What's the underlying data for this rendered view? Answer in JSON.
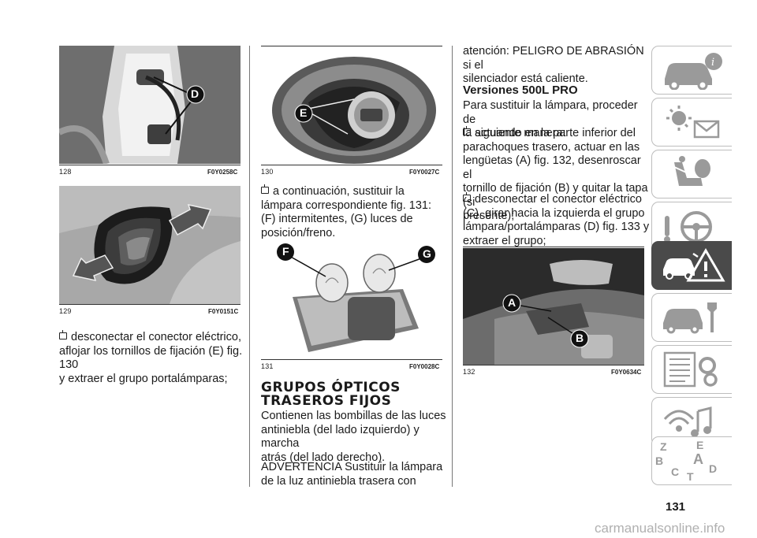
{
  "figures": [
    {
      "num": "128",
      "code": "F0Y0258C",
      "labels": [
        "D"
      ]
    },
    {
      "num": "129",
      "code": "F0Y0151C",
      "labels": []
    },
    {
      "num": "130",
      "code": "F0Y0027C",
      "labels": [
        "E"
      ]
    },
    {
      "num": "131",
      "code": "F0Y0028C",
      "labels": [
        "F",
        "G"
      ]
    },
    {
      "num": "132",
      "code": "F0Y0634C",
      "labels": [
        "A",
        "B"
      ]
    }
  ],
  "col1": {
    "bullet1": {
      "line1": "desconectar el conector eléctrico,",
      "line2": "aflojar los tornillos de fijación (E) fig. 130",
      "line3": "y extraer el grupo portalámparas;"
    }
  },
  "col2": {
    "bullet1": {
      "line1": "a continuación, sustituir la",
      "line2": "lámpara correspondiente fig. 131:",
      "line3": "(F) intermitentes, (G) luces de",
      "line4": "posición/freno."
    },
    "heading": {
      "line1": "GRUPOS ÓPTICOS",
      "line2": "TRASEROS FIJOS"
    },
    "para1": {
      "line1": "Contienen las bombillas de las luces",
      "line2": "antiniebla (del lado izquierdo) y marcha",
      "line3": "atrás (del lado derecho)."
    },
    "para2": {
      "line1": "ADVERTENCIA Sustituir la lámpara",
      "line2": "de la luz antiniebla trasera con"
    }
  },
  "col3": {
    "cont": {
      "line1": "atención: PELIGRO DE ABRASIÓN si el",
      "line2": "silenciador está caliente."
    },
    "heading": "Versiones 500L PRO",
    "intro": {
      "line1": "Para sustituir la lámpara, proceder de",
      "line2": "la siguiente manera:"
    },
    "bullet1": {
      "line1": "actuando en la parte inferior del",
      "line2": "parachoques trasero, actuar en las",
      "line3": "lengüetas (A) fig. 132, desenroscar el",
      "line4": "tornillo de fijación (B) y quitar la tapa (si",
      "line5": "presente);"
    },
    "bullet2": {
      "line1": "desconectar el conector eléctrico",
      "line2": "(C), girar hacia la izquierda el grupo",
      "line3": "lámpara/portalámparas (D) fig. 133 y",
      "line4": "extraer el grupo;"
    }
  },
  "sidebar": {
    "tabs": [
      {
        "icon": "car-info-icon",
        "active": false
      },
      {
        "icon": "warning-lights-icon",
        "active": false
      },
      {
        "icon": "seat-airbag-icon",
        "active": false
      },
      {
        "icon": "steering-wheel-icon",
        "active": false
      },
      {
        "icon": "car-emergency-icon",
        "active": true
      },
      {
        "icon": "car-maintenance-icon",
        "active": false
      },
      {
        "icon": "technical-data-icon",
        "active": false
      },
      {
        "icon": "multimedia-icon",
        "active": false
      },
      {
        "icon": "index-letters-icon",
        "active": false
      }
    ],
    "index_letters": [
      "Z",
      "E",
      "B",
      "A",
      "C",
      "D",
      "T"
    ],
    "active_color": "#4a4a4a"
  },
  "page_number": "131",
  "watermark": "carmanualsonline.info"
}
